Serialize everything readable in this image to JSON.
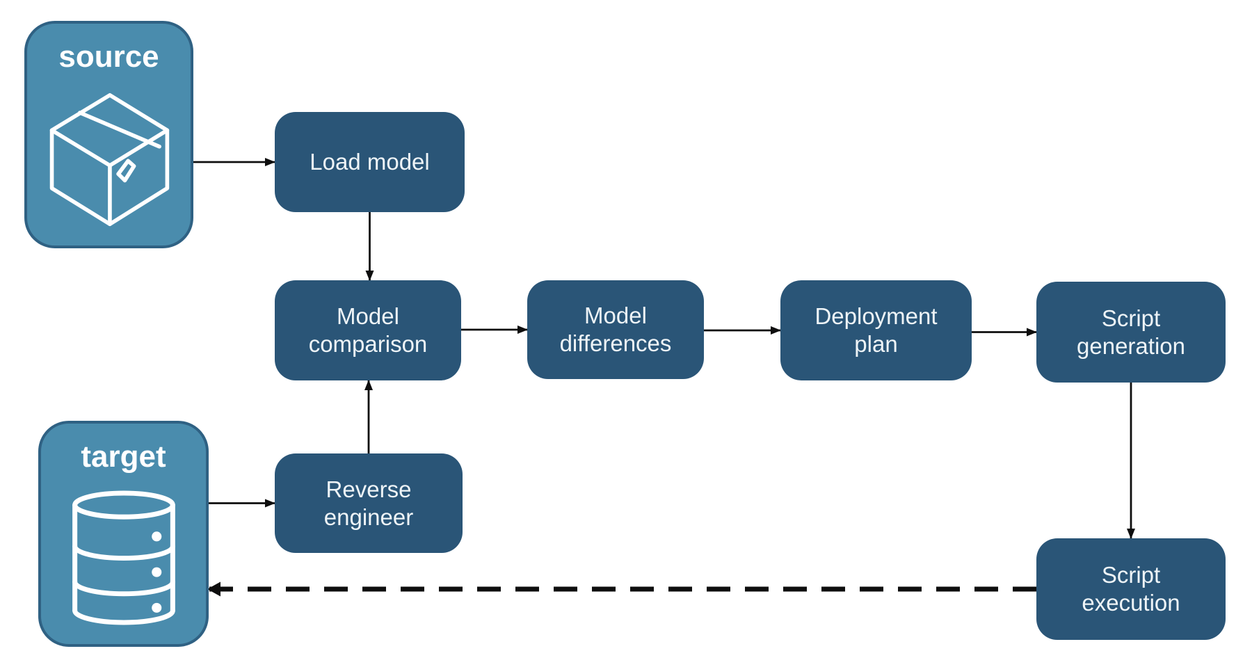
{
  "diagram": {
    "endpoints": {
      "source": {
        "label": "source",
        "icon": "package-box-icon"
      },
      "target": {
        "label": "target",
        "icon": "database-icon"
      }
    },
    "nodes": {
      "load_model": {
        "label": "Load model"
      },
      "model_comparison": {
        "label": "Model comparison"
      },
      "model_differences": {
        "label": "Model differences"
      },
      "deployment_plan": {
        "label": "Deployment plan"
      },
      "script_generation": {
        "label": "Script generation"
      },
      "reverse_engineer": {
        "label": "Reverse engineer"
      },
      "script_execution": {
        "label": "Script execution"
      }
    },
    "colors": {
      "node_fill": "#2A5577",
      "endpoint_fill": "#4A8CAD",
      "endpoint_border": "#2F6183",
      "node_text": "#EEF4F7",
      "endpoint_text": "#FFFFFF",
      "arrow": "#0E0E0E",
      "background": "#FFFFFF"
    },
    "connections": [
      {
        "from": "source",
        "to": "load_model",
        "style": "solid",
        "dir": "right",
        "anchor": "to"
      },
      {
        "from": "load_model",
        "to": "model_comparison",
        "style": "solid",
        "dir": "down",
        "anchor": "from"
      },
      {
        "from": "model_comparison",
        "to": "model_differences",
        "style": "solid",
        "dir": "right",
        "anchor": "to"
      },
      {
        "from": "model_differences",
        "to": "deployment_plan",
        "style": "solid",
        "dir": "right",
        "anchor": "to"
      },
      {
        "from": "deployment_plan",
        "to": "script_generation",
        "style": "solid",
        "dir": "right",
        "anchor": "to"
      },
      {
        "from": "script_generation",
        "to": "script_execution",
        "style": "solid",
        "dir": "down",
        "anchor": "from"
      },
      {
        "from": "reverse_engineer",
        "to": "model_comparison",
        "style": "solid",
        "dir": "up",
        "anchor": "from"
      },
      {
        "from": "target",
        "to": "reverse_engineer",
        "style": "solid",
        "dir": "right",
        "anchor": "to"
      },
      {
        "from": "script_execution",
        "to": "target",
        "style": "dashed",
        "dir": "left",
        "anchor": "from"
      }
    ]
  }
}
